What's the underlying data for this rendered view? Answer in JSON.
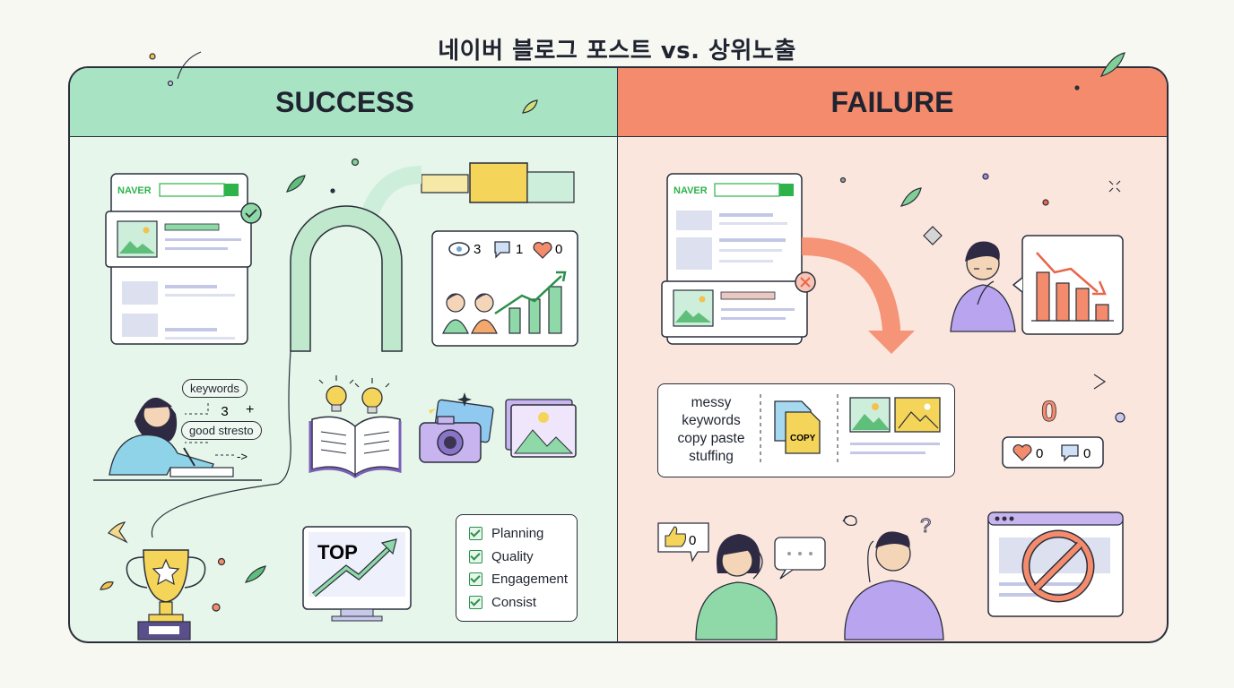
{
  "title": "네이버 블로그 포스트 vs. 상위노출",
  "success": {
    "heading": "SUCCESS",
    "naver_label": "NAVER",
    "stats": {
      "views": "3",
      "comments": "1",
      "likes": "0"
    },
    "pills": [
      "keywords",
      "good stresto"
    ],
    "pill_marks": [
      "3",
      "+",
      "->"
    ],
    "top_label": "TOP",
    "checklist": [
      "Planning",
      "Quality",
      "Engagement",
      "Consist"
    ],
    "colors": {
      "header": "#a8e3c3",
      "background": "#e6f6ea",
      "accent": "#2a8f4a"
    }
  },
  "failure": {
    "heading": "FAILURE",
    "naver_label": "NAVER",
    "issues_text": [
      "messy",
      "keywords",
      "copy paste",
      "stuffing"
    ],
    "copy_label": "COPY",
    "zero_big": "0",
    "reactions": {
      "likes": "0",
      "comments": "0"
    },
    "thumb_count": "0",
    "colors": {
      "header": "#f48b6c",
      "background": "#fbe6de",
      "accent": "#e9664a"
    }
  },
  "icons": [
    "naver-search-icon",
    "check-icon",
    "image-icon",
    "eye-icon",
    "comment-icon",
    "heart-icon",
    "people-icon",
    "growth-chart-icon",
    "lightbulb-icon",
    "book-icon",
    "camera-icon",
    "photo-icon",
    "trophy-icon",
    "monitor-icon",
    "close-icon",
    "down-arrow-icon",
    "thinking-person-icon",
    "decline-chart-icon",
    "document-copy-icon",
    "thumbs-up-icon",
    "speech-bubble-icon",
    "confused-person-icon",
    "blocked-browser-icon"
  ]
}
